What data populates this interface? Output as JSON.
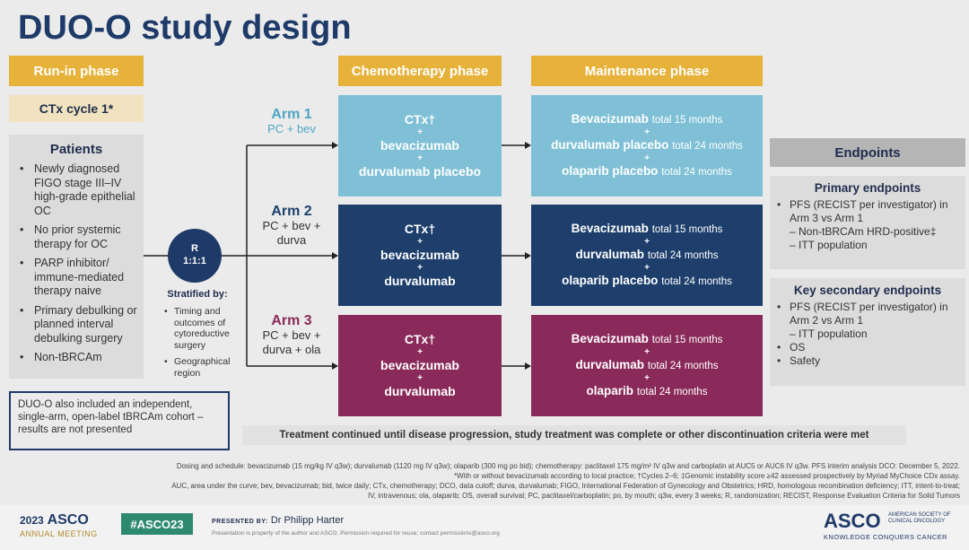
{
  "title": "DUO-O study design",
  "phases": {
    "runin": "Run-in phase",
    "chemo": "Chemotherapy phase",
    "maint": "Maintenance phase"
  },
  "ctx_cycle": "CTx cycle 1*",
  "patients": {
    "heading": "Patients",
    "items": [
      "Newly diagnosed FIGO stage III–IV high-grade epithelial OC",
      "No prior systemic therapy for OC",
      "PARP inhibitor/ immune-mediated therapy naive",
      "Primary debulking or planned interval debulking surgery",
      "Non-tBRCAm"
    ]
  },
  "note": "DUO-O also included an independent, single-arm, open-label tBRCAm cohort – results are not presented",
  "randomization": {
    "label": "R",
    "ratio": "1:1:1"
  },
  "stratified": {
    "heading": "Stratified by:",
    "items": [
      "Timing and outcomes of cytoreductive surgery",
      "Geographical region"
    ]
  },
  "arms": [
    {
      "name": "Arm 1",
      "regimen": "PC + bev",
      "chemo": [
        "CTx†",
        "bevacizumab",
        "durvalumab placebo"
      ],
      "maint": [
        {
          "drug": "Bevacizumab",
          "dur": "total 15 months"
        },
        {
          "drug": "durvalumab placebo",
          "dur": "total 24 months"
        },
        {
          "drug": "olaparib placebo",
          "dur": "total 24 months"
        }
      ]
    },
    {
      "name": "Arm 2",
      "regimen": "PC + bev + durva",
      "chemo": [
        "CTx†",
        "bevacizumab",
        "durvalumab"
      ],
      "maint": [
        {
          "drug": "Bevacizumab",
          "dur": "total 15 months"
        },
        {
          "drug": "durvalumab",
          "dur": "total 24 months"
        },
        {
          "drug": "olaparib placebo",
          "dur": "total 24 months"
        }
      ]
    },
    {
      "name": "Arm 3",
      "regimen": "PC + bev + durva + ola",
      "chemo": [
        "CTx†",
        "bevacizumab",
        "durvalumab"
      ],
      "maint": [
        {
          "drug": "Bevacizumab",
          "dur": "total 15 months"
        },
        {
          "drug": "durvalumab",
          "dur": "total 24 months"
        },
        {
          "drug": "olaparib",
          "dur": "total 24 months"
        }
      ]
    }
  ],
  "plus": "+",
  "endpoints": {
    "heading": "Endpoints",
    "primary": {
      "heading": "Primary endpoints",
      "line1": "PFS (RECIST per investigator) in Arm 3 vs Arm 1",
      "sub1": "Non-tBRCAm HRD-positive‡",
      "sub2": "ITT population"
    },
    "secondary": {
      "heading": "Key secondary endpoints",
      "line1": "PFS (RECIST per investigator) in Arm 2 vs Arm 1",
      "sub1": "ITT population",
      "line2": "OS",
      "line3": "Safety"
    }
  },
  "treatment_note": "Treatment continued until disease progression, study treatment was complete or other discontinuation criteria were met",
  "footnote1": "Dosing and schedule: bevacizumab (15 mg/kg IV q3w); durvalumab (1120 mg IV q3w); olaparib (300 mg po bid); chemotherapy: paclitaxel 175 mg/m² IV q3w and carboplatin at AUC5 or AUC6 IV q3w. PFS interim analysis DCO: December 5, 2022.",
  "footnote2": "*With or without bevacizumab according to local practice; †Cycles 2–6; ‡Genomic instability score ≥42 assessed prospectively by Myriad MyChoice CDx assay.",
  "footnote3": "AUC, area under the curve; bev, bevacizumab; bid, twice daily; CTx, chemotherapy; DCO, data cutoff; durva, durvalumab; FIGO, International Federation of Gynecology and Obstetrics; HRD, homologous recombination deficiency; ITT, intent-to-treat;",
  "footnote4": "IV, intravenous; ola, olaparib; OS, overall survival; PC, paclitaxel/carboplatin; po, by mouth; q3w, every 3 weeks; R, randomization; RECIST, Response Evaluation Criteria for Solid Tumors",
  "footer": {
    "year": "2023",
    "asco": "ASCO",
    "meeting": "ANNUAL MEETING",
    "hashtag": "#ASCO23",
    "presented_label": "PRESENTED BY:",
    "presenter": "Dr Philipp Harter",
    "property": "Presentation is property of the author and ASCO. Permission required for reuse; contact permissions@asco.org",
    "logo": "ASCO",
    "society": "AMERICAN SOCIETY OF CLINICAL ONCOLOGY",
    "tagline": "KNOWLEDGE CONQUERS CANCER"
  },
  "colors": {
    "gold": "#e6b23a",
    "navy": "#1e3a68",
    "arm1": "#7fc0d6",
    "arm2": "#1e3f6c",
    "arm3": "#8a2a5a"
  }
}
